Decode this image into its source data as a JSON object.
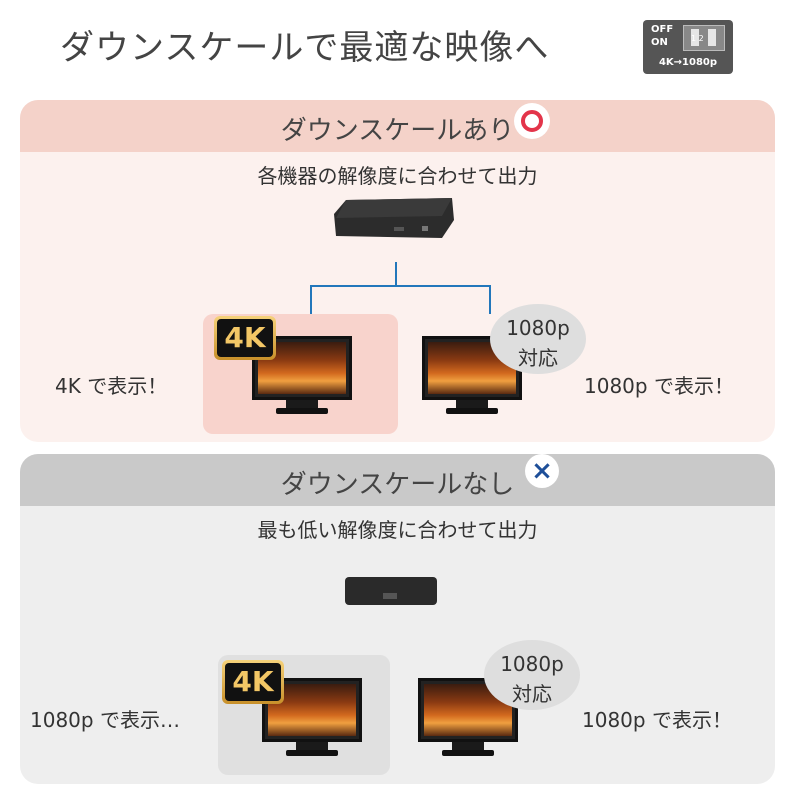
{
  "title": "ダウンスケールで最適な映像へ",
  "switch": {
    "off_label": "OFF",
    "on_label": "ON",
    "numbers": "1  2",
    "note": "4K→1080p"
  },
  "with_downscale": {
    "heading": "ダウンスケールあり",
    "mark": "circle",
    "description": "各機器の解像度に合わせて出力",
    "left_tv": {
      "badge": "4K",
      "caption": "4K で表示！"
    },
    "right_tv": {
      "bubble_line1": "1080p",
      "bubble_line2": "対応",
      "caption": "1080p で表示！"
    }
  },
  "without_downscale": {
    "heading": "ダウンスケールなし",
    "mark": "×",
    "description": "最も低い解像度に合わせて出力",
    "left_tv": {
      "badge": "4K",
      "caption": "1080p で表示…"
    },
    "right_tv": {
      "bubble_line1": "1080p",
      "bubble_line2": "対応",
      "caption": "1080p で表示！"
    }
  },
  "colors": {
    "accent_line": "#2277bb",
    "circle_mark": "#e3344a",
    "cross_mark": "#1e4f99",
    "panel1_header": "#f4d2c9",
    "panel2_header": "#c9c9c9"
  },
  "icons": [
    "dip-switch-icon",
    "circle-mark-icon",
    "cross-mark-icon",
    "splitter-device-icon",
    "tv-icon",
    "4k-badge-icon"
  ]
}
